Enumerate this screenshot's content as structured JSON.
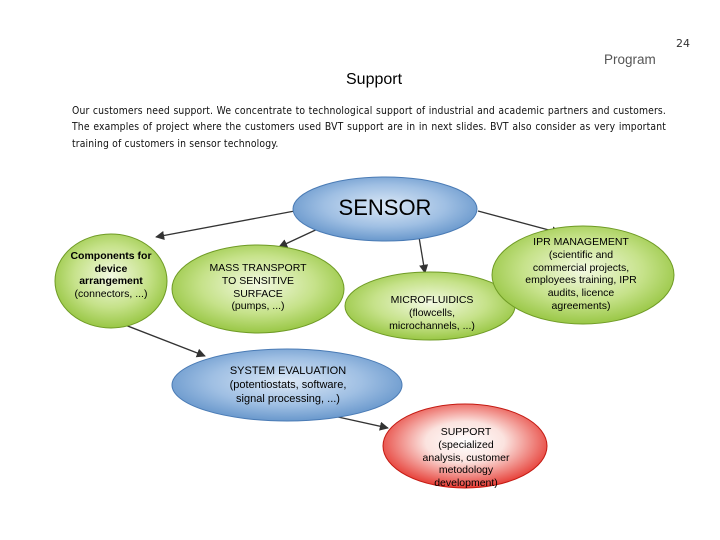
{
  "slide_number": "24",
  "program_label": "Program",
  "title": "Support",
  "intro": "Our customers need support. We concentrate to technological support of industrial and academic partners and customers.  The examples of project where the customers used BVT support are in in next slides. BVT also consider as very important training of customers in sensor technology.",
  "nodes": {
    "sensor": {
      "label": "SENSOR"
    },
    "components": {
      "title": "Components for device arrangement",
      "detail": "(connectors, ...)"
    },
    "mass_transport": {
      "title": "MASS TRANSPORT TO SENSITIVE SURFACE",
      "detail": "(pumps, ...)"
    },
    "microfluidics": {
      "title": "MICROFLUIDICS",
      "detail": "(flowcells, microchannels, ...)"
    },
    "ipr": {
      "title": "IPR MANAGEMENT",
      "detail": "(scientific and commercial projects, employees training, IPR audits, licence agreements)"
    },
    "system_evaluation": {
      "title": "SYSTEM EVALUATION",
      "detail": "(potentiostats, software, signal processing, ...)"
    },
    "support": {
      "title": "SUPPORT",
      "detail": "(specialized analysis, customer metodology development)"
    }
  },
  "colors": {
    "blue_node": "#7ea7d4",
    "blue_node_light": "#b4cdea",
    "green_node": "#93c73a",
    "green_node_light": "#c8e48a",
    "red_node": "#e8261b",
    "red_node_light": "#f7c8c2",
    "arrow": "#333333"
  }
}
